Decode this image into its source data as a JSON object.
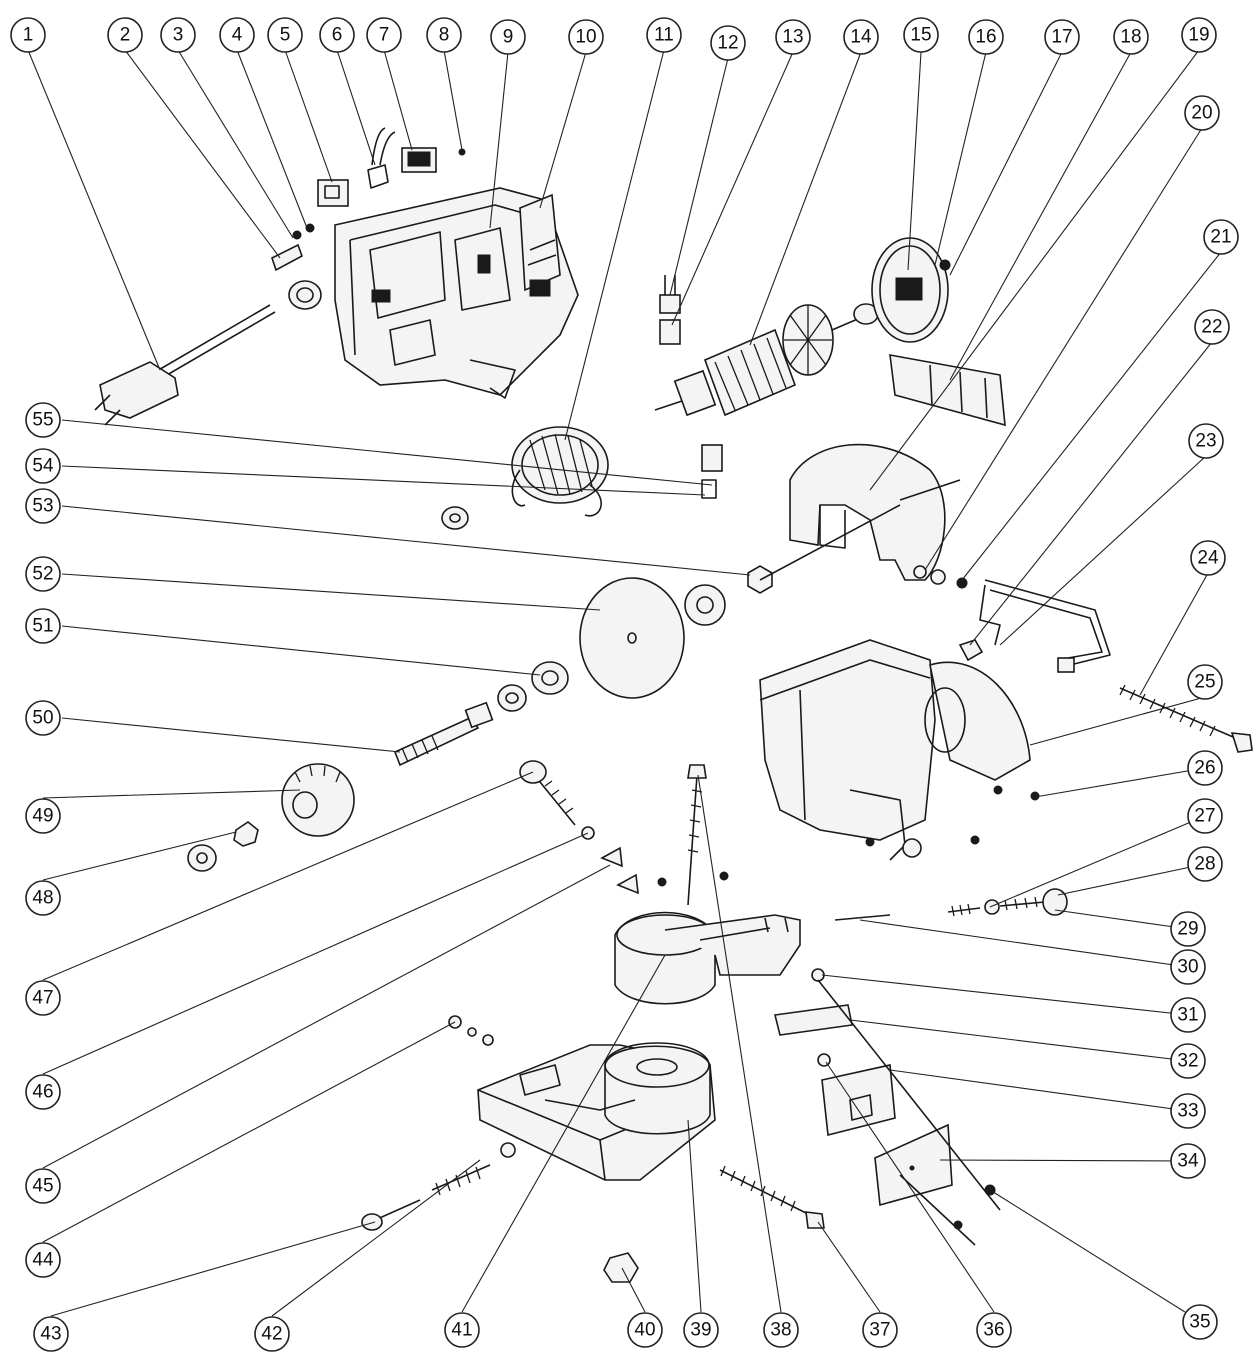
{
  "diagram": {
    "callout_labels": [
      "1",
      "2",
      "3",
      "4",
      "5",
      "6",
      "7",
      "8",
      "9",
      "10",
      "11",
      "12",
      "13",
      "14",
      "15",
      "16",
      "17",
      "18",
      "19",
      "20",
      "21",
      "22",
      "23",
      "24",
      "25",
      "26",
      "27",
      "28",
      "29",
      "30",
      "31",
      "32",
      "33",
      "34",
      "35",
      "36",
      "37",
      "38",
      "39",
      "40",
      "41",
      "42",
      "43",
      "44",
      "45",
      "46",
      "47",
      "48",
      "49",
      "50",
      "51",
      "52",
      "53",
      "54",
      "55"
    ]
  }
}
